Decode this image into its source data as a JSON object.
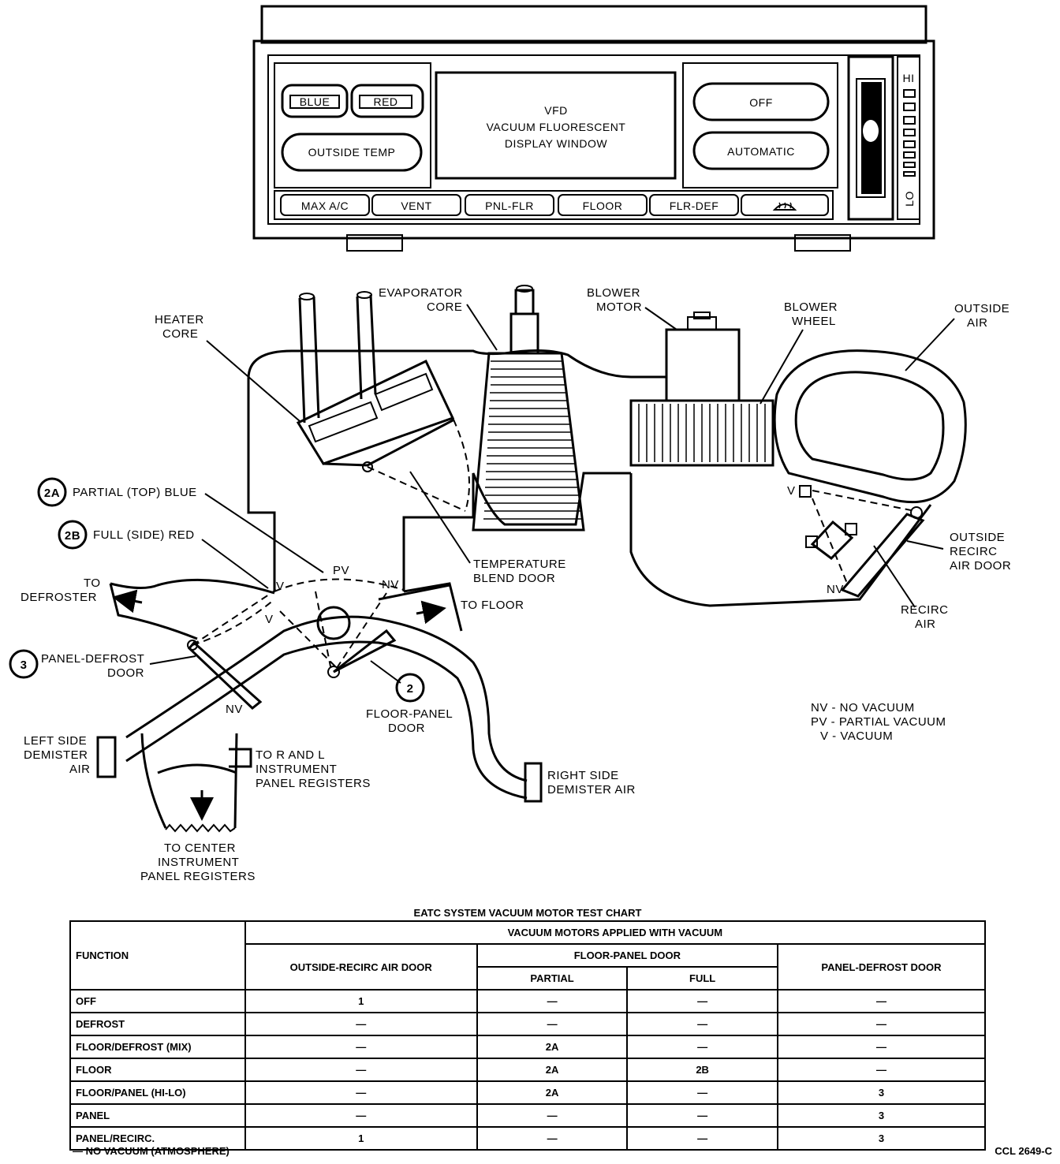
{
  "control_panel": {
    "blue_button": "BLUE",
    "red_button": "RED",
    "outside_temp_button": "OUTSIDE TEMP",
    "display_line1": "VFD",
    "display_line2": "VACUUM FLUORESCENT",
    "display_line3": "DISPLAY WINDOW",
    "off_button": "OFF",
    "automatic_button": "AUTOMATIC",
    "fan_hi": "HI",
    "fan_lo": "LO",
    "mode_buttons": [
      "MAX A/C",
      "VENT",
      "PNL-FLR",
      "FLOOR",
      "FLR-DEF"
    ],
    "defrost_icon": "defrost-icon"
  },
  "diagram": {
    "evaporator_core": [
      "EVAPORATOR",
      "CORE"
    ],
    "heater_core": [
      "HEATER",
      "CORE"
    ],
    "blower_motor": [
      "BLOWER",
      "MOTOR"
    ],
    "blower_wheel": [
      "BLOWER",
      "WHEEL"
    ],
    "outside_air": [
      "OUTSIDE",
      "AIR"
    ],
    "callout_2a": "2A",
    "partial_top_blue": "PARTIAL (TOP) BLUE",
    "callout_2b": "2B",
    "full_side_red": "FULL (SIDE) RED",
    "temperature_blend_door": [
      "TEMPERATURE",
      "BLEND DOOR"
    ],
    "outside_recirc_air_door": [
      "OUTSIDE",
      "RECIRC",
      "AIR DOOR"
    ],
    "recirc_air": [
      "RECIRC",
      "AIR"
    ],
    "to_defroster": [
      "TO",
      "DEFROSTER"
    ],
    "to_floor": "TO FLOOR",
    "callout_3": "3",
    "panel_defrost_door": [
      "PANEL-DEFROST",
      "DOOR"
    ],
    "callout_2": "2",
    "floor_panel_door": [
      "FLOOR-PANEL",
      "DOOR"
    ],
    "left_side_demister": [
      "LEFT SIDE",
      "DEMISTER",
      "AIR"
    ],
    "to_r_and_l": [
      "TO R AND L",
      "INSTRUMENT",
      "PANEL REGISTERS"
    ],
    "to_center": [
      "TO CENTER",
      "INSTRUMENT",
      "PANEL REGISTERS"
    ],
    "right_side_demister": [
      "RIGHT SIDE",
      "DEMISTER AIR"
    ],
    "marker_v": "V",
    "marker_pv": "PV",
    "marker_nv": "NV",
    "legend": [
      "NV - NO VACUUM",
      "PV - PARTIAL VACUUM",
      "V - VACUUM"
    ]
  },
  "chart": {
    "title": "EATC SYSTEM VACUUM MOTOR TEST CHART",
    "function_header": "FUNCTION",
    "group_header": "VACUUM MOTORS APPLIED WITH VACUUM",
    "col_outside": "OUTSIDE-RECIRC AIR DOOR",
    "col_floor_panel": "FLOOR-PANEL DOOR",
    "col_partial": "PARTIAL",
    "col_full": "FULL",
    "col_panel_defrost": "PANEL-DEFROST DOOR",
    "rows": [
      [
        "OFF",
        "1",
        "—",
        "—",
        "—"
      ],
      [
        "DEFROST",
        "—",
        "—",
        "—",
        "—"
      ],
      [
        "FLOOR/DEFROST (MIX)",
        "—",
        "2A",
        "—",
        "—"
      ],
      [
        "FLOOR",
        "—",
        "2A",
        "2B",
        "—"
      ],
      [
        "FLOOR/PANEL (HI-LO)",
        "—",
        "2A",
        "—",
        "3"
      ],
      [
        "PANEL",
        "—",
        "—",
        "—",
        "3"
      ],
      [
        "PANEL/RECIRC.",
        "1",
        "—",
        "—",
        "3"
      ]
    ],
    "footnote": "— NO VACUUM (ATMOSPHERE)",
    "code": "CCL 2649-C"
  }
}
